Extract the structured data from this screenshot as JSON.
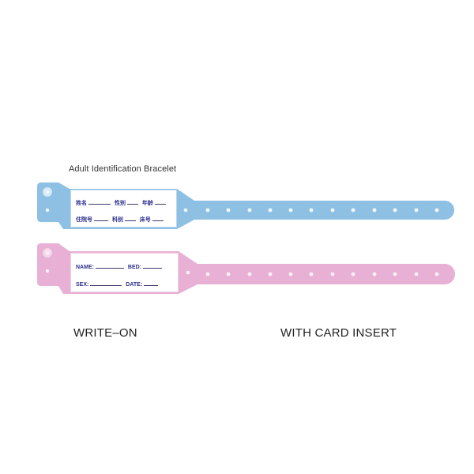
{
  "title": "Adult Identification Bracelet",
  "colors": {
    "blue_band": "#8ec0e4",
    "pink_band": "#e8b0d4",
    "label_text": "#2e2f8c",
    "caption_text": "#222222"
  },
  "bands": [
    {
      "name": "blue-chinese-write-on",
      "color": "blue",
      "rows": [
        [
          {
            "label": "姓名"
          },
          {
            "label": "性别"
          },
          {
            "label": "年龄"
          }
        ],
        [
          {
            "label": "住院号"
          },
          {
            "label": "科别"
          },
          {
            "label": "床号"
          }
        ]
      ],
      "hole_count": 12
    },
    {
      "name": "pink-english-write-on",
      "color": "pink",
      "rows": [
        [
          {
            "label": "NAME:"
          },
          {
            "label": "BED:"
          }
        ],
        [
          {
            "label": "SEX:"
          },
          {
            "label": "DATE:"
          }
        ]
      ],
      "hole_count": 12
    }
  ],
  "captions": {
    "left": "WRITE–ON",
    "right": "WITH CARD INSERT"
  }
}
